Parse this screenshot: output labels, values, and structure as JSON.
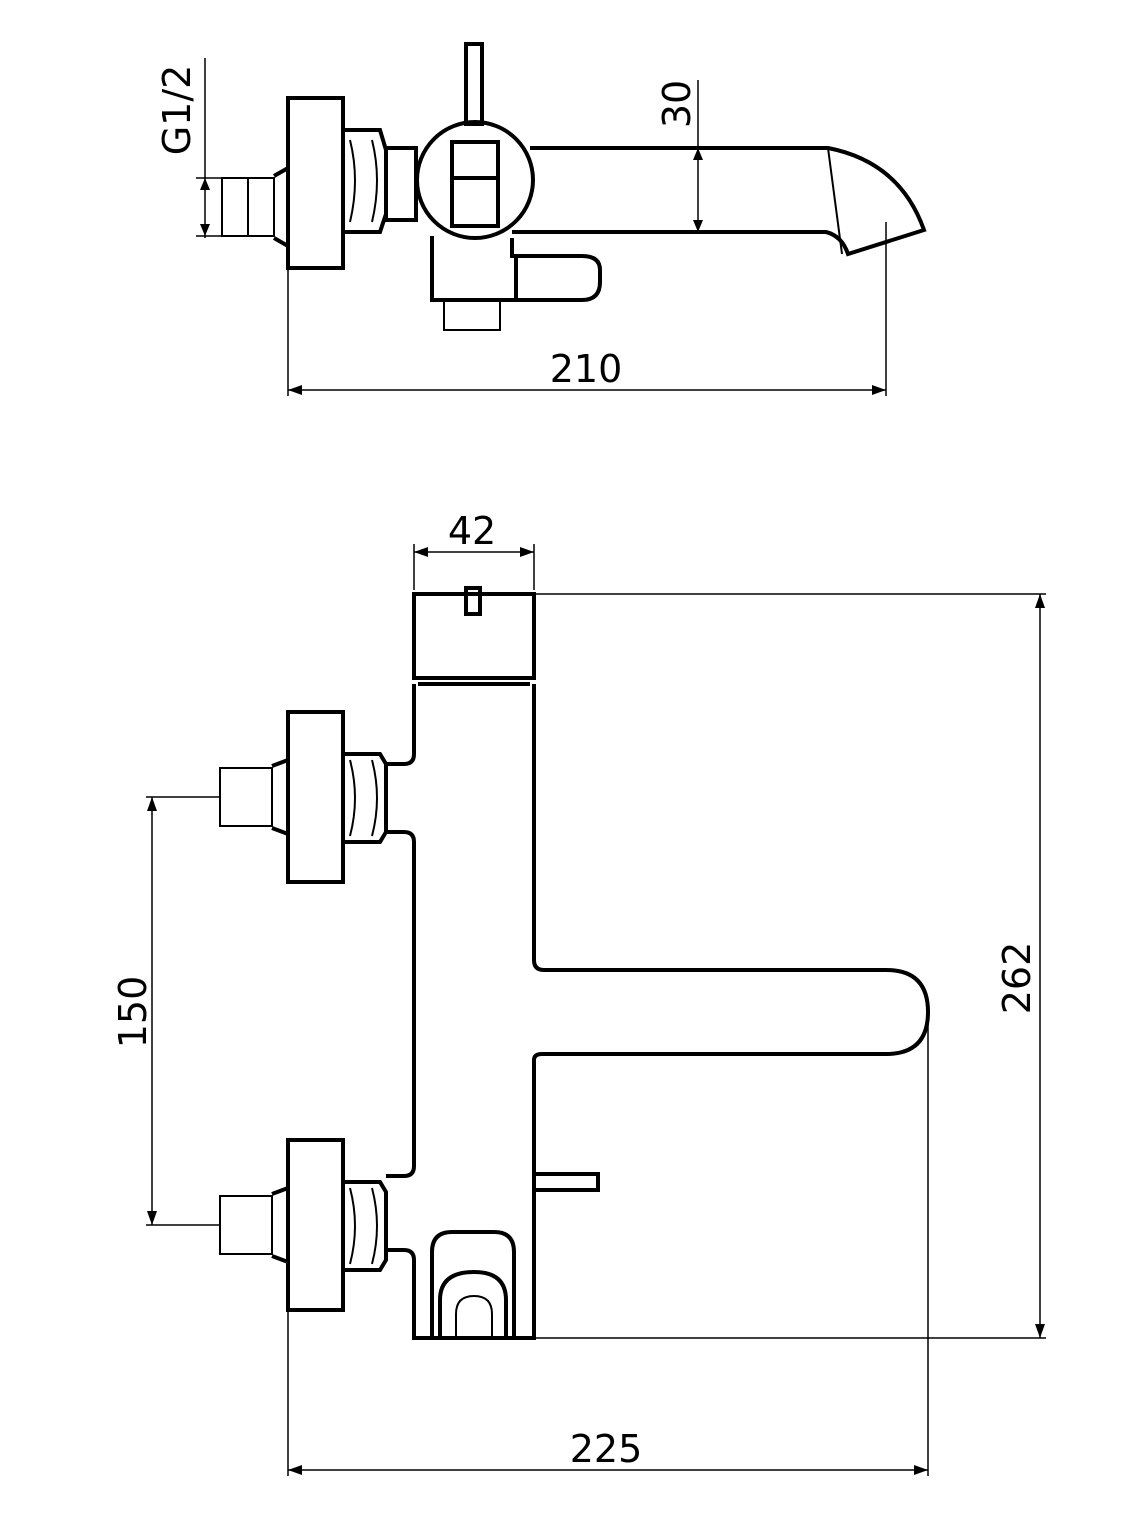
{
  "top_view": {
    "thread_label": "G1/2",
    "spout_dim": "30",
    "width_dim": "210"
  },
  "front_view": {
    "body_width_dim": "42",
    "inlet_spacing_dim": "150",
    "height_dim": "262",
    "overall_width_dim": "225"
  }
}
